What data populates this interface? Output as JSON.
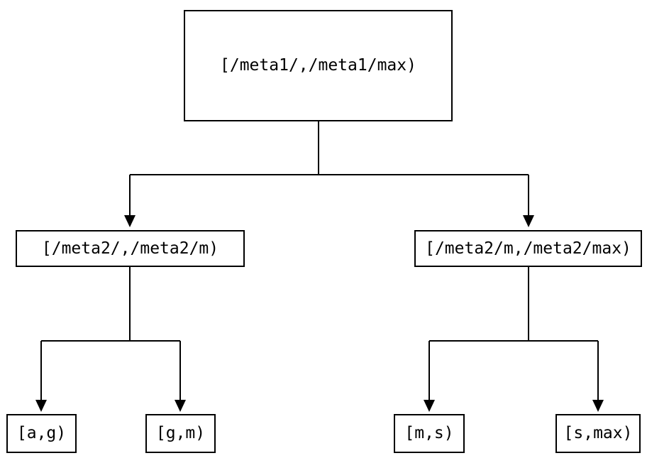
{
  "tree": {
    "root": {
      "label": "[/meta1/,/meta1/max)",
      "children": [
        {
          "label": "[/meta2/,/meta2/m)",
          "children": [
            {
              "label": "[a,g)"
            },
            {
              "label": "[g,m)"
            }
          ]
        },
        {
          "label": "[/meta2/m,/meta2/max)",
          "children": [
            {
              "label": "[m,s)"
            },
            {
              "label": "[s,max)"
            }
          ]
        }
      ]
    }
  },
  "colors": {
    "line": "#000000",
    "background": "#ffffff",
    "text": "#000000"
  }
}
